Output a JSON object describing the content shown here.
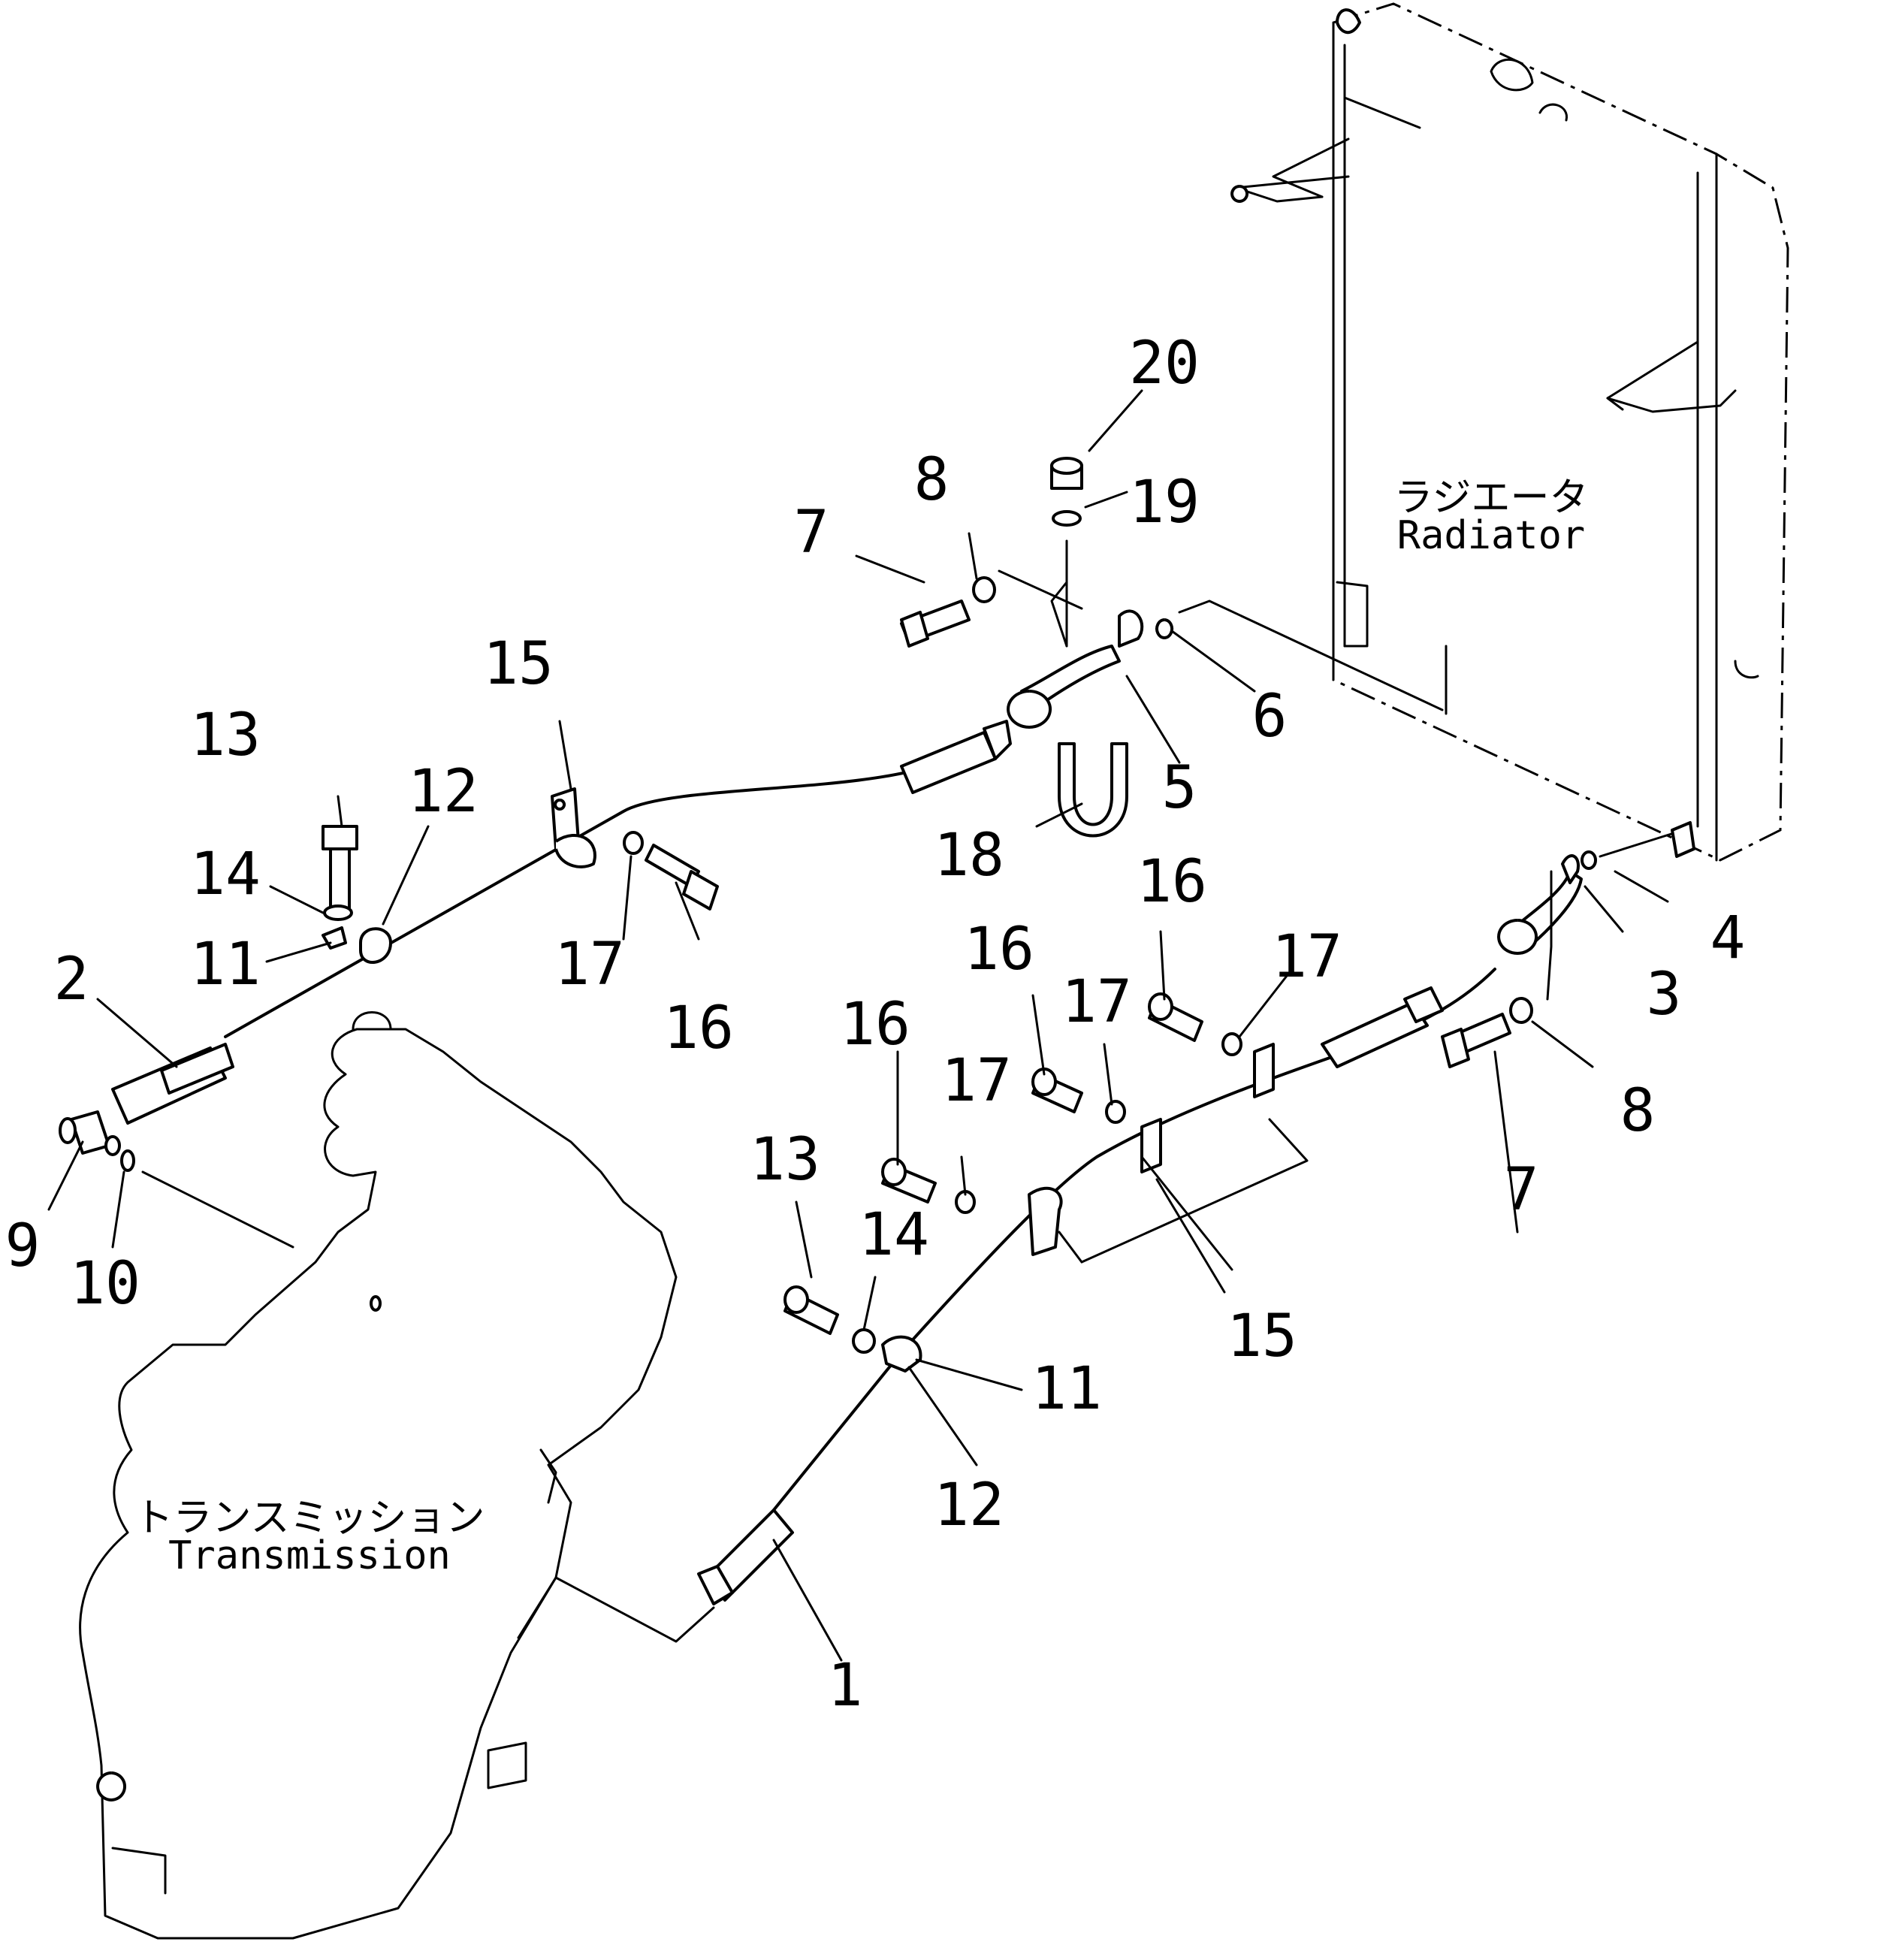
{
  "labels": {
    "radiator_jp": "ラジエータ",
    "radiator_en": "Radiator",
    "transmission_jp": "トランスミッション",
    "transmission_en": "Transmission"
  },
  "callouts": {
    "c1": "1",
    "c2": "2",
    "c3": "3",
    "c4": "4",
    "c5": "5",
    "c6": "6",
    "c7a": "7",
    "c7b": "7",
    "c8a": "8",
    "c8b": "8",
    "c9": "9",
    "c10": "10",
    "c11a": "11",
    "c11b": "11",
    "c12a": "12",
    "c12b": "12",
    "c13a": "13",
    "c13b": "13",
    "c14a": "14",
    "c14b": "14",
    "c15a": "15",
    "c15b": "15",
    "c16a": "16",
    "c16b": "16",
    "c16c": "16",
    "c16d": "16",
    "c17a": "17",
    "c17b": "17",
    "c17c": "17",
    "c17d": "17",
    "c18": "18",
    "c19": "19",
    "c20": "20"
  }
}
